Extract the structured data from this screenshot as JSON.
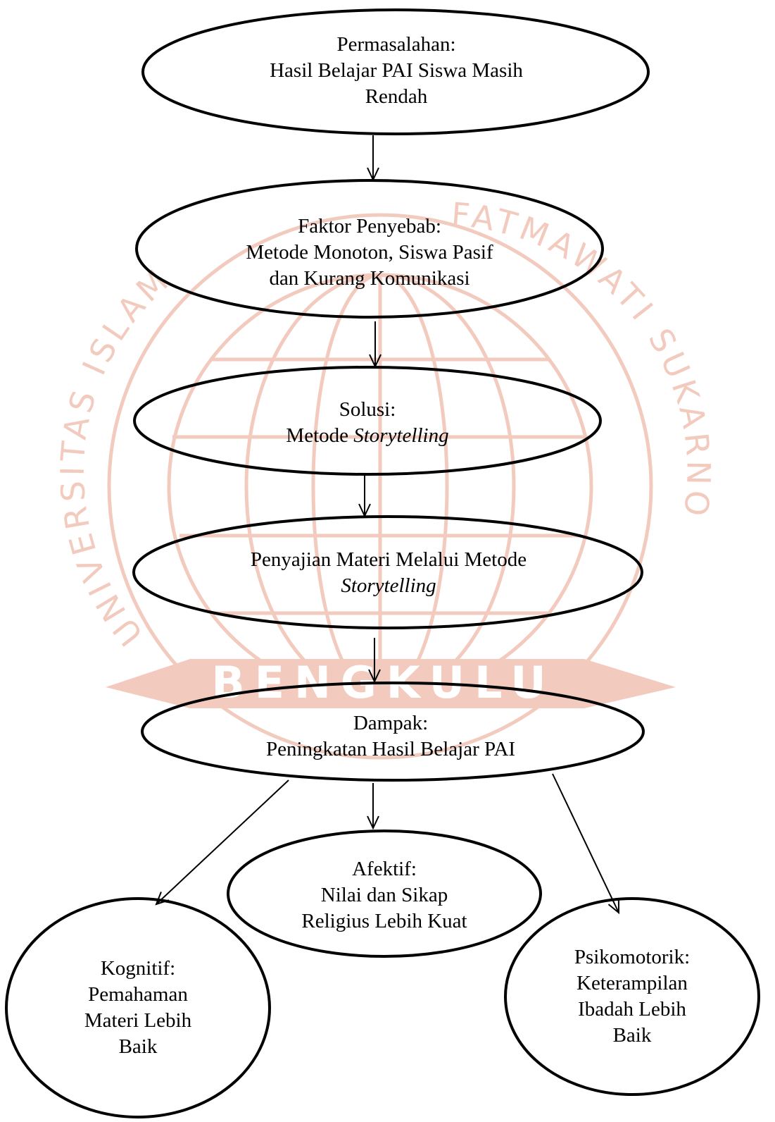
{
  "watermark": {
    "arc_text_left": "UNIVERSITAS ISLAM",
    "arc_text_right": "FATMAWATI SUKARNO",
    "banner_text": "BENGKULU",
    "color": "#e8a08a"
  },
  "nodes": {
    "permasalahan": {
      "line1": "Permasalahan:",
      "line2": "Hasil Belajar PAI Siswa Masih",
      "line3": "Rendah"
    },
    "faktor": {
      "line1": "Faktor Penyebab:",
      "line2": "Metode Monoton, Siswa Pasif",
      "line3": "dan Kurang Komunikasi"
    },
    "solusi": {
      "line1": "Solusi:",
      "line2_prefix": "Metode ",
      "line2_italic": "Storytelling"
    },
    "penyajian": {
      "line1": "Penyajian Materi Melalui Metode",
      "line2_italic": "Storytelling"
    },
    "dampak": {
      "line1": "Dampak:",
      "line2": "Peningkatan Hasil Belajar PAI"
    },
    "kognitif": {
      "line1": "Kognitif:",
      "line2": "Pemahaman",
      "line3": "Materi Lebih",
      "line4": "Baik"
    },
    "afektif": {
      "line1": "Afektif:",
      "line2": "Nilai dan Sikap",
      "line3": "Religius Lebih Kuat"
    },
    "psikomotorik": {
      "line1": "Psikomotorik:",
      "line2": "Keterampilan",
      "line3": "Ibadah Lebih",
      "line4": "Baik"
    }
  }
}
